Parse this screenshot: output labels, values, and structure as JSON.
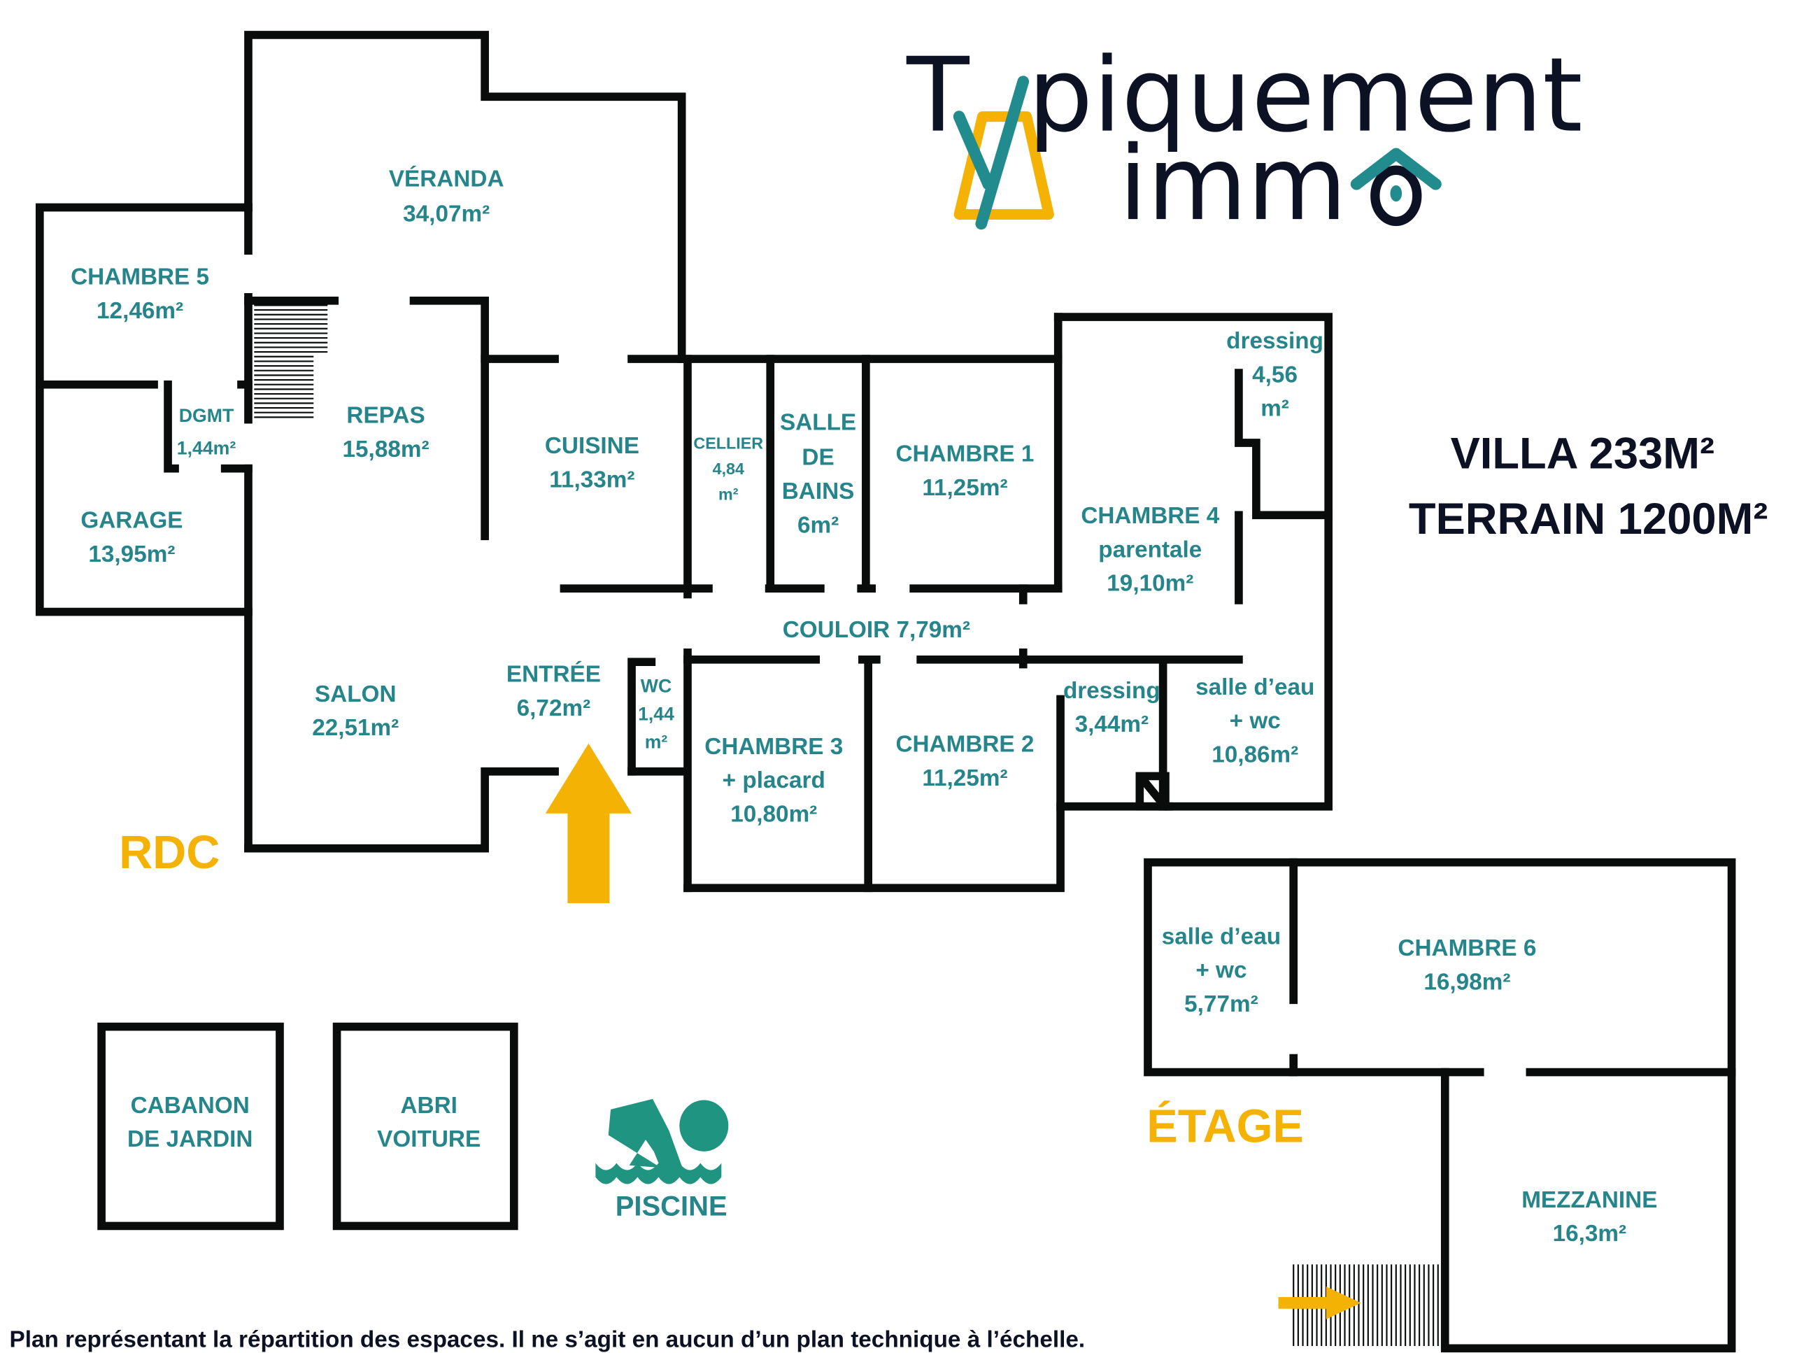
{
  "brand": {
    "name_line1": "piquement",
    "name_first_letter": "T",
    "name_line2": "imm",
    "colors": {
      "dark": "#0c1124",
      "teal": "#228b8d",
      "yellow": "#f3b204"
    }
  },
  "summary": {
    "villa": "VILLA 233M²",
    "terrain": "TERRAIN 1200M²"
  },
  "levels": {
    "rdc": "RDC",
    "etage": "ÉTAGE"
  },
  "rooms_rdc": [
    {
      "id": "veranda",
      "name": "VÉRANDA",
      "area": "34,07m²"
    },
    {
      "id": "chambre-5",
      "name": "CHAMBRE 5",
      "area": "12,46m²"
    },
    {
      "id": "dgmt",
      "name": "DGMT",
      "area": "1,44m²"
    },
    {
      "id": "repas",
      "name": "REPAS",
      "area": "15,88m²"
    },
    {
      "id": "cuisine",
      "name": "CUISINE",
      "area": "11,33m²"
    },
    {
      "id": "cellier",
      "name": "CELLIER",
      "area_line1": "4,84",
      "area_line2": "m²"
    },
    {
      "id": "salle-de-bains",
      "name_line1": "SALLE",
      "name_line2": "DE",
      "name_line3": "BAINS",
      "area": "6m²"
    },
    {
      "id": "chambre-1",
      "name": "CHAMBRE 1",
      "area": "11,25m²"
    },
    {
      "id": "dressing-1",
      "name": "dressing",
      "area_line1": "4,56",
      "area_line2": "m²"
    },
    {
      "id": "chambre-4",
      "name": "CHAMBRE 4",
      "sub": "parentale",
      "area": "19,10m²"
    },
    {
      "id": "garage",
      "name": "GARAGE",
      "area": "13,95m²"
    },
    {
      "id": "couloir",
      "name": "COULOIR 7,79m²"
    },
    {
      "id": "salon",
      "name": "SALON",
      "area": "22,51m²"
    },
    {
      "id": "entree",
      "name": "ENTRÉE",
      "area": "6,72m²"
    },
    {
      "id": "wc",
      "name": "WC",
      "area_line1": "1,44",
      "area_line2": "m²"
    },
    {
      "id": "chambre-3",
      "name": "CHAMBRE 3",
      "sub": "+ placard",
      "area": "10,80m²"
    },
    {
      "id": "chambre-2",
      "name": "CHAMBRE 2",
      "area": "11,25m²"
    },
    {
      "id": "dressing-2",
      "name": "dressing",
      "area": "3,44m²"
    },
    {
      "id": "salle-deau-1",
      "name": "salle d’eau",
      "sub": "+ wc",
      "area": "10,86m²"
    }
  ],
  "rooms_etage": [
    {
      "id": "salle-deau-2",
      "name": "salle d’eau",
      "sub": "+ wc",
      "area": "5,77m²"
    },
    {
      "id": "chambre-6",
      "name": "CHAMBRE 6",
      "area": "16,98m²"
    },
    {
      "id": "mezzanine",
      "name": "MEZZANINE",
      "area": "16,3m²"
    }
  ],
  "outbuildings": [
    {
      "id": "cabanon",
      "line1": "CABANON",
      "line2": "DE JARDIN"
    },
    {
      "id": "abri",
      "line1": "ABRI",
      "line2": "VOITURE"
    }
  ],
  "pool": {
    "label": "PISCINE",
    "icon": "swimmer-icon"
  },
  "footer": "Plan représentant la répartition des espaces. Il ne s’agit en aucun d’un plan technique à l’échelle."
}
